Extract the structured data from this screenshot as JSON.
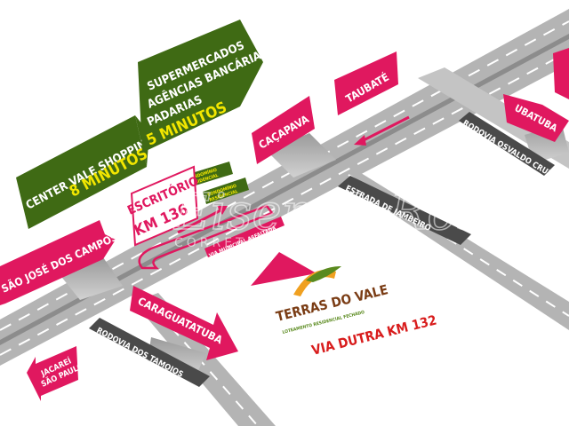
{
  "colors": {
    "road_gray": "#b4b4b4",
    "road_dark": "#6e6e6e",
    "lane_white": "#ffffff",
    "pink": "#e0185f",
    "green": "#3f6a14",
    "yellow": "#f2e600",
    "dark_sign": "#4a4a4a",
    "brown_text": "#7a3c14",
    "red_text": "#d81c1c"
  },
  "signs": {
    "center_vale": {
      "line1": "CENTER VALE SHOPPING",
      "line2": "8 MINUTOS"
    },
    "services": {
      "line1": "SUPERMERCADOS",
      "line2": "AGÊNCIAS BANCÁRIAS",
      "line3": "PADARIAS",
      "line4": "5 MINUTOS"
    },
    "condominio1": {
      "line1": "CONDOMÍNIO",
      "line2": "RESIDENCIAL"
    },
    "condominio2": {
      "line1": "CONDOMÍNIO",
      "line2": "RESIDENCIAL"
    },
    "cacapava": "CAÇAPAVA",
    "taubate": "TAUBATÉ",
    "ubatuba": "UBATUBA",
    "sao_jose": "SÃO JOSÉ DOS CAMPOS",
    "caraguatatuba": "CARAGUATATUBA",
    "jacarei": {
      "line1": "JACAREÍ",
      "line2": "SÃO PAULO"
    },
    "escritorio": {
      "line1": "ESCRITÓRIO",
      "line2": "KM 136"
    }
  },
  "roads": {
    "osvaldo_cruz": "RODOVIA OSVALDO CRUZ",
    "tamoios": "RODOVIA DOS TAMOIOS",
    "jambeiro": "ESTRADA DE JAMBEIRO",
    "via_municipal": "VIA MUNICIPAL ASFALTADA"
  },
  "logo": {
    "name": "TERRAS DO VALE",
    "tagline": "LOTEAMENTO RESIDENCIAL FECHADO"
  },
  "location": "VIA DUTRA KM 132",
  "watermark": {
    "line1": "Eisen & Rosa",
    "line2": "CORRETORA DE IMÓVEIS"
  }
}
